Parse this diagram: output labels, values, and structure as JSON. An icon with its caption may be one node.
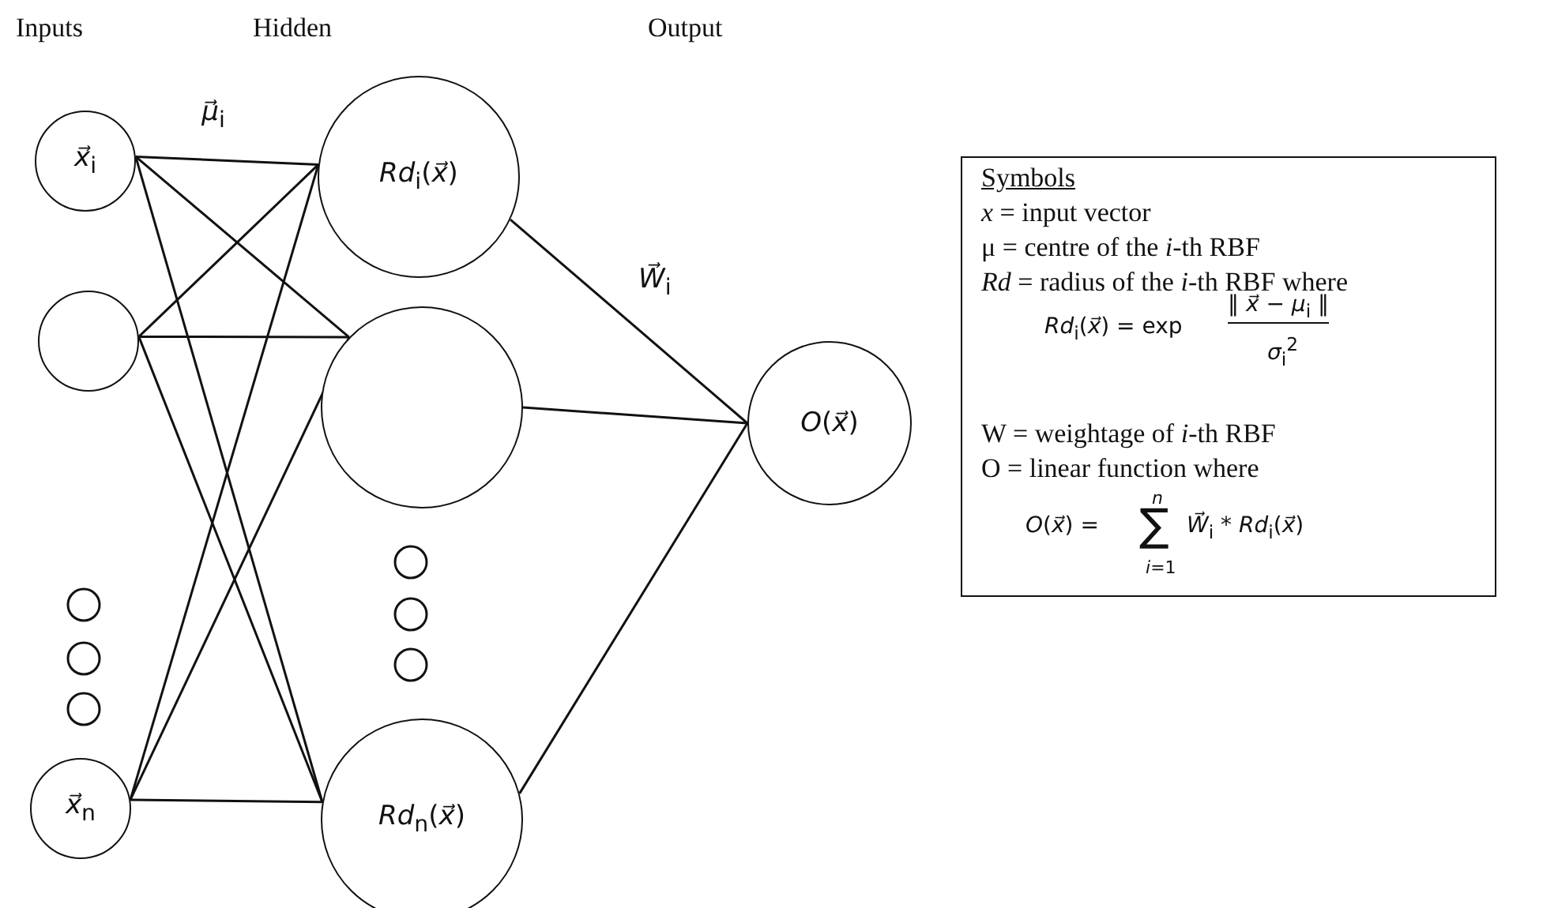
{
  "diagram": {
    "nodes": [
      {
        "text": [
          "*x⃗*$_{i}$"
        ]
      },
      {
        "text": [],
        "shape": "circle"
      },
      {
        "text": [
          "*x⃗*$_{n}$"
        ]
      },
      {
        "text": [
          "*Rd*$_{i}$(*x⃗*)"
        ]
      },
      {
        "text": [],
        "shape": "circle"
      },
      {
        "text": [
          "*Rd*$_{n}$(*x⃗*)"
        ]
      },
      {
        "text": [
          "*O*(*x⃗*)"
        ]
      },
      {
        "text": [
          "Symbols",
          "*x* = input vector",
          "μ = centre of the *i*-th RBF",
          "*Rd* = radius of the *i*-th RBF where",
          "*Rd*$_{i}$(*x⃗*) = exp",
          "‖ *x⃗* − *μ*$_{i}$ ‖",
          "*σ*$_{i}$$^{2}$",
          "W = weightage of *i*-th RBF",
          "O = linear function where",
          "*O*(*x⃗*) =",
          "*n*",
          "∑",
          "*i*=1",
          "*W⃗*$_{i}$ * *Rd*$_{i}$(*x⃗*)"
        ]
      }
    ],
    "edges": [
      {
        "from": 0,
        "to": 3,
        "arrow": "none",
        "label": "*μ⃗*$_{i}$"
      },
      {
        "from": 0,
        "to": 4,
        "arrow": "none"
      },
      {
        "from": 0,
        "to": 5,
        "arrow": "none"
      },
      {
        "from": 1,
        "to": 3,
        "arrow": "none"
      },
      {
        "from": 1,
        "to": 4,
        "arrow": "none"
      },
      {
        "from": 1,
        "to": 5,
        "arrow": "none"
      },
      {
        "from": 2,
        "to": 3,
        "arrow": "none"
      },
      {
        "from": 2,
        "to": 4,
        "arrow": "none"
      },
      {
        "from": 2,
        "to": 5,
        "arrow": "none"
      },
      {
        "from": 3,
        "to": 6,
        "arrow": "none",
        "label": "*W⃗*$_{i}$"
      },
      {
        "from": 4,
        "to": 6,
        "arrow": "none"
      },
      {
        "from": 5,
        "to": 6,
        "arrow": "none"
      }
    ],
    "labels": [
      "Inputs",
      "Hidden",
      "Output"
    ]
  }
}
